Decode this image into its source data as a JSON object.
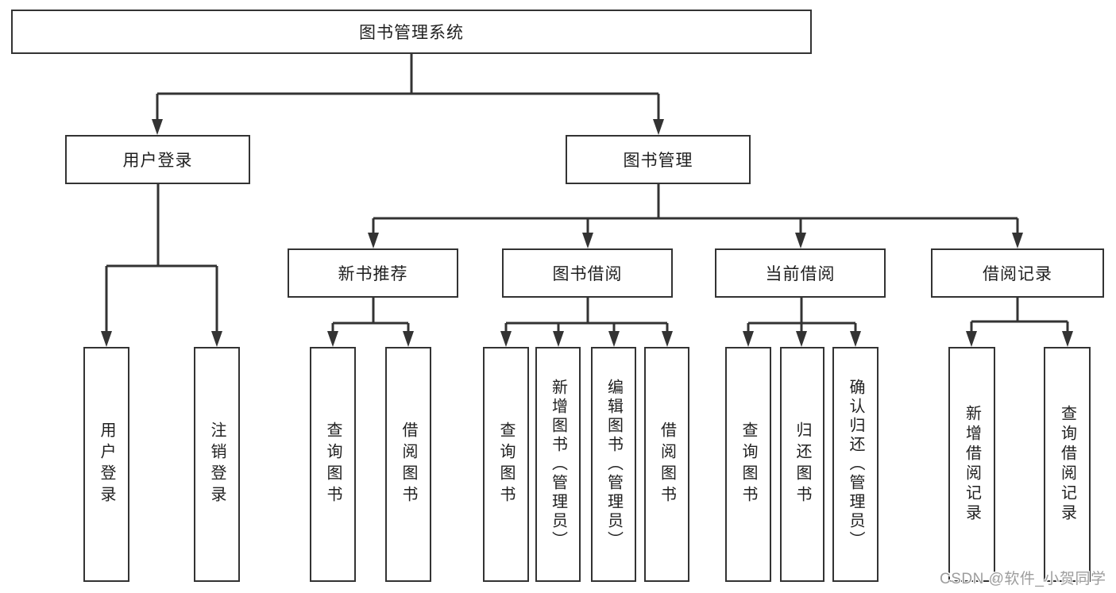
{
  "page": {
    "background_color": "#ffffff",
    "line_color": "#333333",
    "box_border_color": "#333333",
    "text_color": "#1f1f1f",
    "watermark_color": "#9d9d9d"
  },
  "diagram": {
    "root": {
      "label": "图书管理系统"
    },
    "level2": [
      {
        "id": "user-login",
        "label": "用户登录"
      },
      {
        "id": "book-management",
        "label": "图书管理"
      }
    ],
    "level3": [
      {
        "id": "new-book-recommend",
        "label": "新书推荐",
        "parent": "book-management"
      },
      {
        "id": "book-borrow",
        "label": "图书借阅",
        "parent": "book-management"
      },
      {
        "id": "current-borrow",
        "label": "当前借阅",
        "parent": "book-management"
      },
      {
        "id": "borrow-records",
        "label": "借阅记录",
        "parent": "book-management"
      }
    ],
    "leaves": [
      {
        "id": "leaf-user-login",
        "label": "用户登录",
        "parent": "user-login"
      },
      {
        "id": "leaf-logout",
        "label": "注销登录",
        "parent": "user-login"
      },
      {
        "id": "leaf-query-books-1",
        "label": "查询图书",
        "parent": "new-book-recommend"
      },
      {
        "id": "leaf-borrow-books-1",
        "label": "借阅图书",
        "parent": "new-book-recommend"
      },
      {
        "id": "leaf-query-books-2",
        "label": "查询图书",
        "parent": "book-borrow"
      },
      {
        "id": "leaf-add-books",
        "label": "新增图书（管理员）",
        "parent": "book-borrow"
      },
      {
        "id": "leaf-edit-books",
        "label": "编辑图书（管理员）",
        "parent": "book-borrow"
      },
      {
        "id": "leaf-borrow-books-2",
        "label": "借阅图书",
        "parent": "book-borrow"
      },
      {
        "id": "leaf-query-books-3",
        "label": "查询图书",
        "parent": "current-borrow"
      },
      {
        "id": "leaf-return-books",
        "label": "归还图书",
        "parent": "current-borrow"
      },
      {
        "id": "leaf-confirm-return",
        "label": "确认归还（管理员）",
        "parent": "current-borrow"
      },
      {
        "id": "leaf-add-borrow-record",
        "label": "新增借阅记录",
        "parent": "borrow-records"
      },
      {
        "id": "leaf-query-borrow-record",
        "label": "查询借阅记录",
        "parent": "borrow-records"
      }
    ]
  },
  "watermark": {
    "text": "CSDN @软件_小贺同学"
  }
}
